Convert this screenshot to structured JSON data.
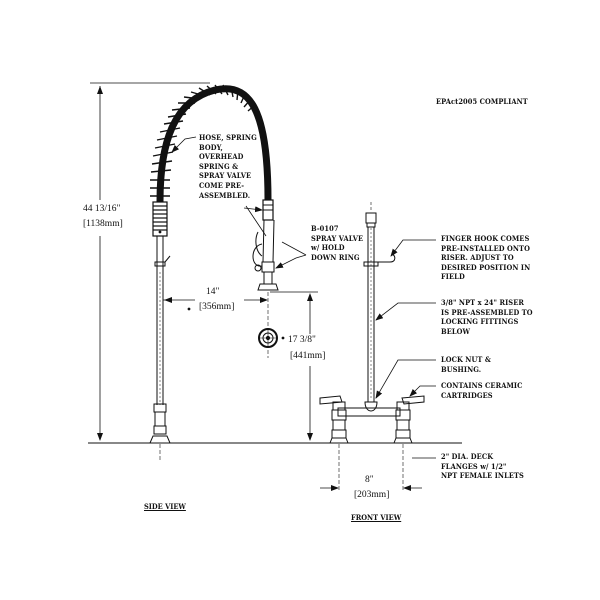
{
  "drawing": {
    "compliance": "EPAct2005 COMPLIANT",
    "colors": {
      "ink": "#111111",
      "background": "#ffffff"
    },
    "views": {
      "side": "SIDE VIEW",
      "front": "FRONT VIEW"
    },
    "dimensions": {
      "overall_height": {
        "imperial": "44 13/16\"",
        "metric": "[1138mm]"
      },
      "reach": {
        "imperial": "14\"",
        "metric": "[356mm]"
      },
      "spray_height": {
        "imperial": "17 3/8\"",
        "metric": "[441mm]"
      },
      "centers": {
        "imperial": "8\"",
        "metric": "[203mm]"
      }
    },
    "callouts": {
      "hose": [
        "HOSE, SPRING",
        "BODY,",
        "OVERHEAD",
        "SPRING &",
        "SPRAY VALVE",
        "COME PRE-",
        "ASSEMBLED."
      ],
      "spray_valve": [
        "B-0107",
        "SPRAY VALVE",
        "w/ HOLD",
        "DOWN RING"
      ],
      "finger_hook": [
        "FINGER HOOK COMES",
        "PRE-INSTALLED ONTO",
        "RISER. ADJUST TO",
        "DESIRED POSITION IN",
        "FIELD"
      ],
      "riser": [
        "3/8\" NPT x 24\" RISER",
        "IS PRE-ASSEMBLED TO",
        "LOCKING FITTINGS",
        "BELOW"
      ],
      "lock_nut": [
        "LOCK NUT &",
        "BUSHING."
      ],
      "cartridges": [
        "CONTAINS CERAMIC",
        "CARTRIDGES"
      ],
      "flanges": [
        "2\" DIA. DECK",
        "FLANGES w/ 1/2\"",
        "NPT FEMALE INLETS"
      ]
    }
  }
}
